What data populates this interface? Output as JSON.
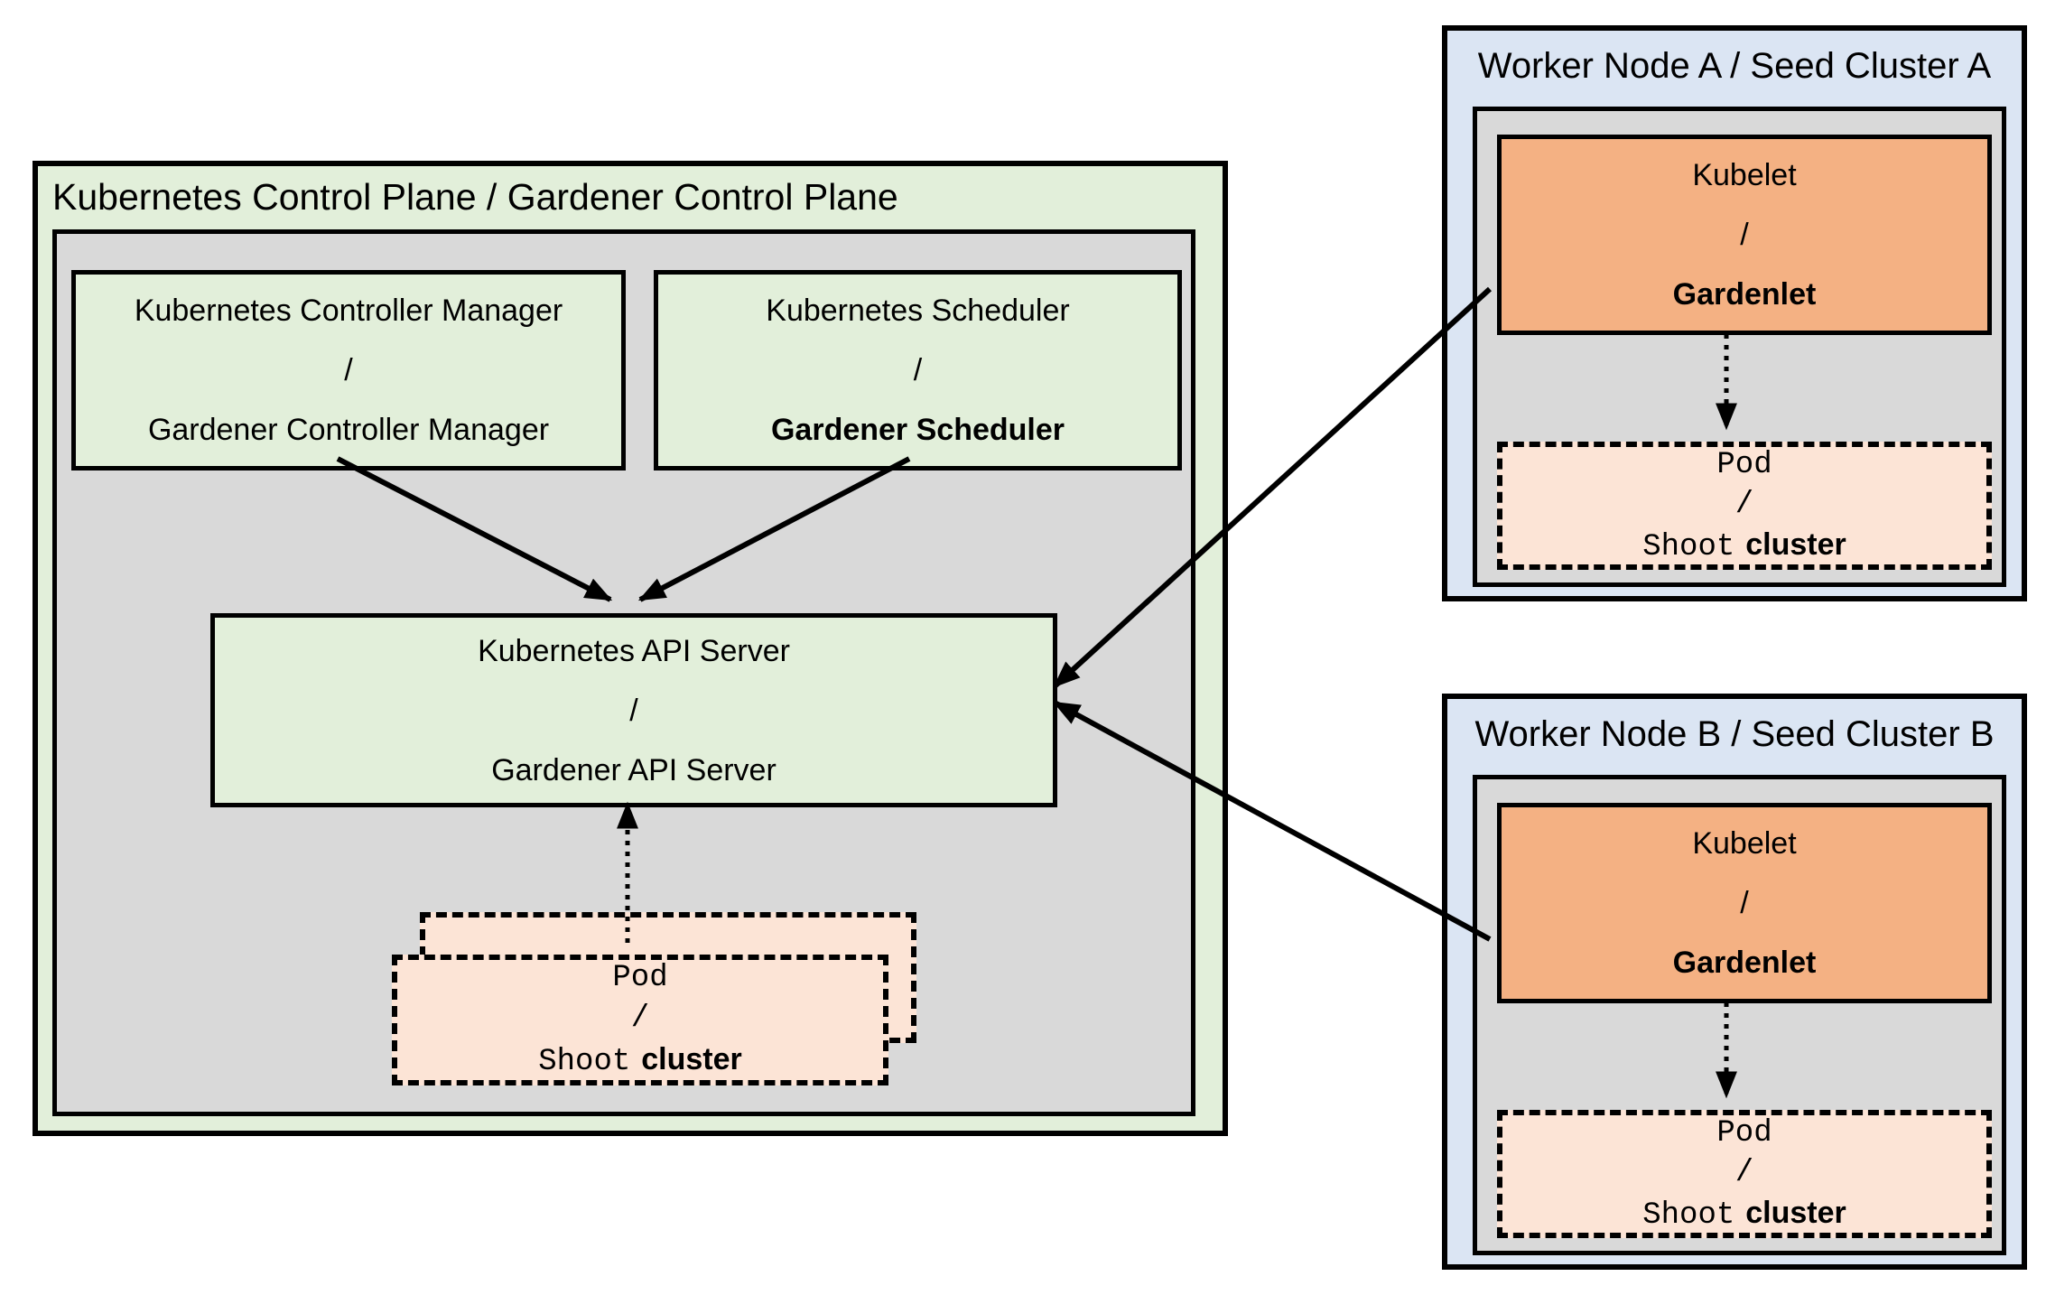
{
  "colors": {
    "canvas_bg": "#ffffff",
    "green_bg": "#e2efda",
    "gray_bg": "#d9d9d9",
    "orange_bg": "#f4b183",
    "peach_bg": "#fce4d6",
    "blue_bg": "#dbe5f3",
    "line": "#000000",
    "text": "#000000"
  },
  "control_plane": {
    "title": "Kubernetes Control Plane / Gardener Control Plane",
    "controller_manager_box": {
      "line1": "Kubernetes Controller Manager",
      "separator": "/",
      "line2": "Gardener Controller Manager"
    },
    "scheduler_box": {
      "line1": "Kubernetes Scheduler",
      "separator": "/",
      "line2": "Gardener Scheduler"
    },
    "api_server_box": {
      "line1": "Kubernetes API Server",
      "separator": "/",
      "line2": "Gardener API Server"
    },
    "pod_box": {
      "line1": "Pod",
      "separator": "/",
      "line2_mono": "Shoot",
      "line2_plain": "cluster"
    }
  },
  "workers": [
    {
      "title": "Worker Node A / Seed Cluster A",
      "kubelet_box": {
        "line1": "Kubelet",
        "separator": "/",
        "line2": "Gardenlet"
      },
      "pod_box": {
        "line1": "Pod",
        "separator": "/",
        "line2_mono": "Shoot",
        "line2_plain": "cluster"
      }
    },
    {
      "title": "Worker Node B / Seed Cluster B",
      "kubelet_box": {
        "line1": "Kubelet",
        "separator": "/",
        "line2": "Gardenlet"
      },
      "pod_box": {
        "line1": "Pod",
        "separator": "/",
        "line2_mono": "Shoot",
        "line2_plain": "cluster"
      }
    }
  ]
}
